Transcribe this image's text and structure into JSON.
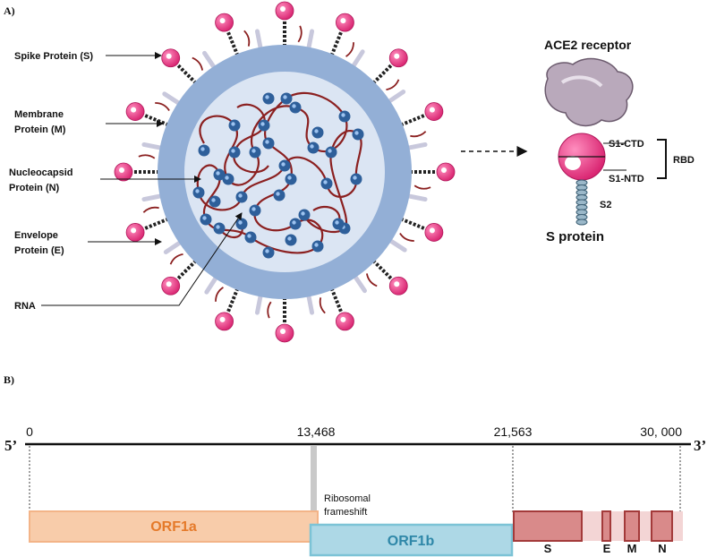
{
  "panel_a": {
    "label": "A)",
    "labels": {
      "spike": "Spike Protein (S)",
      "membrane_1": "Membrane",
      "membrane_2": "Protein (M)",
      "nucleocapsid_1": "Nucleocapsid",
      "nucleocapsid_2": "Protein (N)",
      "envelope_1": "Envelope",
      "envelope_2": "Protein (E)",
      "rna": "RNA"
    },
    "receptor": {
      "title": "ACE2 receptor",
      "s1_ctd": "S1-CTD",
      "s1_ntd": "S1-NTD",
      "rbd": "RBD",
      "s2": "S2",
      "s_protein": "S protein"
    },
    "colors": {
      "envelope": "#93afd6",
      "core": "#dbe5f3",
      "rna": "#8b2020",
      "nucleocapsid": "#2e5f9a",
      "spike": "#e62f7e",
      "membrane": "#c8c8dc",
      "ace2": "#b9a9bb"
    }
  },
  "panel_b": {
    "label": "B)",
    "five_prime": "5’",
    "three_prime": "3’",
    "ticks": [
      {
        "value": 0,
        "label": "0"
      },
      {
        "value": 13468,
        "label": "13,468"
      },
      {
        "value": 21563,
        "label": "21,563"
      },
      {
        "value": 30000,
        "label": "30, 000"
      }
    ],
    "orf1a": "ORF1a",
    "orf1b": "ORF1b",
    "frameshift_1": "Ribosomal",
    "frameshift_2": "frameshift",
    "genes": [
      "S",
      "E",
      "M",
      "N"
    ],
    "colors": {
      "orf1a_fill": "#f8ccaa",
      "orf1a_text": "#e57a2a",
      "orf1b_fill": "#add8e6",
      "orf1b_text": "#2e87a8",
      "gene_fill": "#d98a8a",
      "gene_stroke": "#a33a3a"
    }
  }
}
